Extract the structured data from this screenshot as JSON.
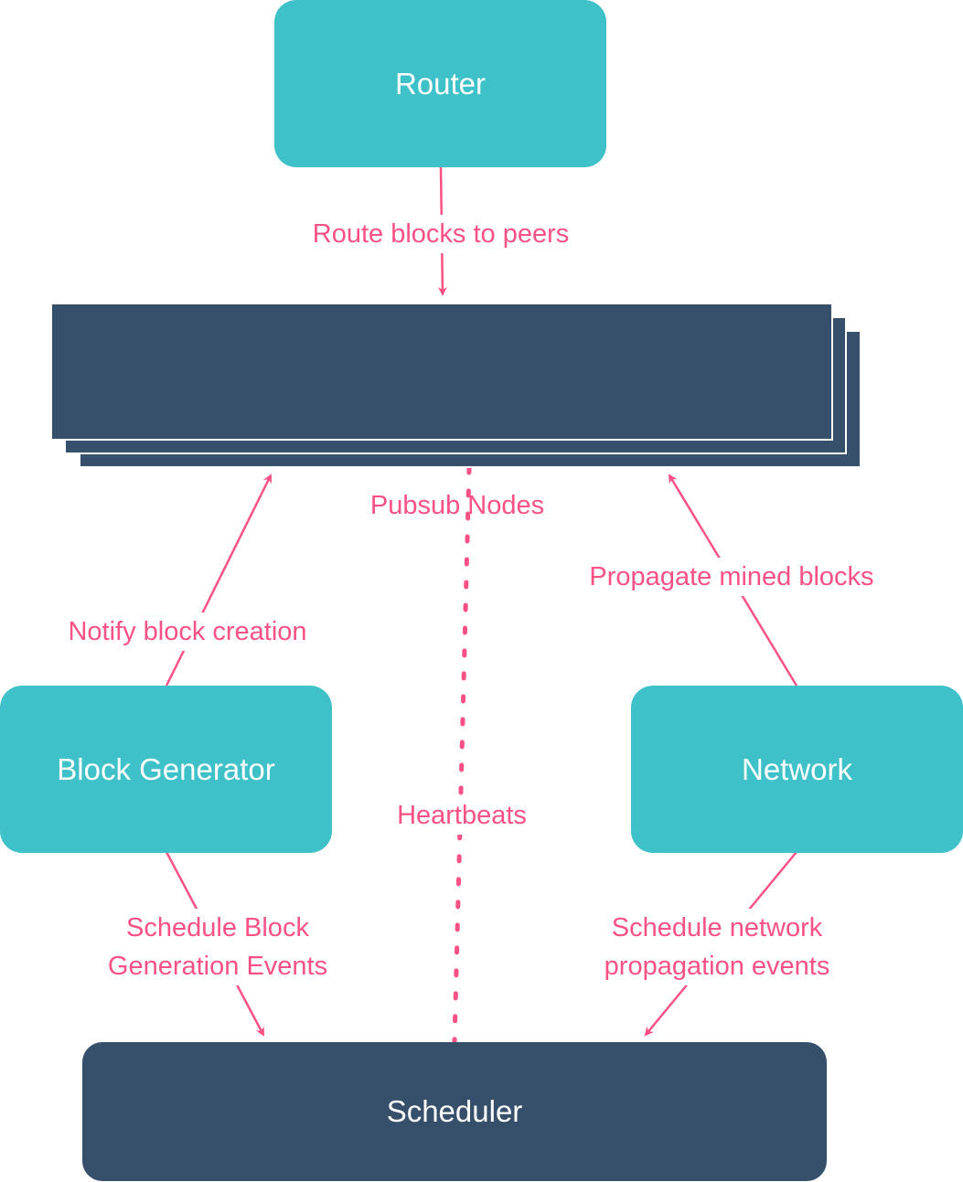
{
  "nodes": {
    "router": "Router",
    "pubsub": "Pubsub Nodes",
    "block_generator": "Block Generator",
    "network": "Network",
    "scheduler": "Scheduler"
  },
  "edges": {
    "route_blocks": "Route blocks to peers",
    "notify_block": "Notify block creation",
    "propagate_mined": "Propagate mined blocks",
    "heartbeats": "Heartbeats",
    "schedule_block_line1": "Schedule Block",
    "schedule_block_line2": "Generation Events",
    "schedule_network_line1": "Schedule network",
    "schedule_network_line2": "propagation events"
  },
  "colors": {
    "teal": "#3fc1c9",
    "navy": "#364f6b",
    "pink": "#fc5185"
  }
}
